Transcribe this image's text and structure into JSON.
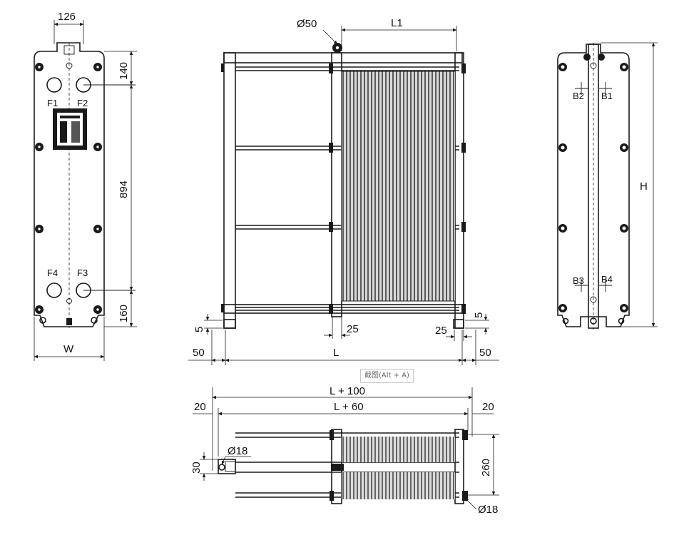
{
  "front_view": {
    "dim_top_width": "126",
    "dim_top_gap": "140",
    "dim_port_spacing": "894",
    "dim_bottom_gap": "160",
    "dim_width": "W",
    "ports": [
      "F1",
      "F2",
      "F4",
      "F3"
    ]
  },
  "side_view": {
    "dim_port_diameter": "Ø50",
    "dim_pack_length": "L1",
    "dim_length": "L",
    "dim_left_foot": "50",
    "dim_right_foot": "50",
    "dim_left_foot_height": "5",
    "dim_right_foot_height": "5",
    "dim_left_offset": "25",
    "dim_right_offset": "25"
  },
  "rear_view": {
    "ports": [
      "B2",
      "B1",
      "B3",
      "B4"
    ],
    "dim_height": "H"
  },
  "top_view": {
    "dim_total": "L + 100",
    "dim_inner": "L + 60",
    "dim_left": "20",
    "dim_right": "20",
    "dim_foot_width": "30",
    "dim_left_hole": "Ø18",
    "dim_right_hole": "Ø18",
    "dim_depth": "260"
  },
  "overlay": {
    "screenshot_hint": "截图(Alt + A)"
  }
}
